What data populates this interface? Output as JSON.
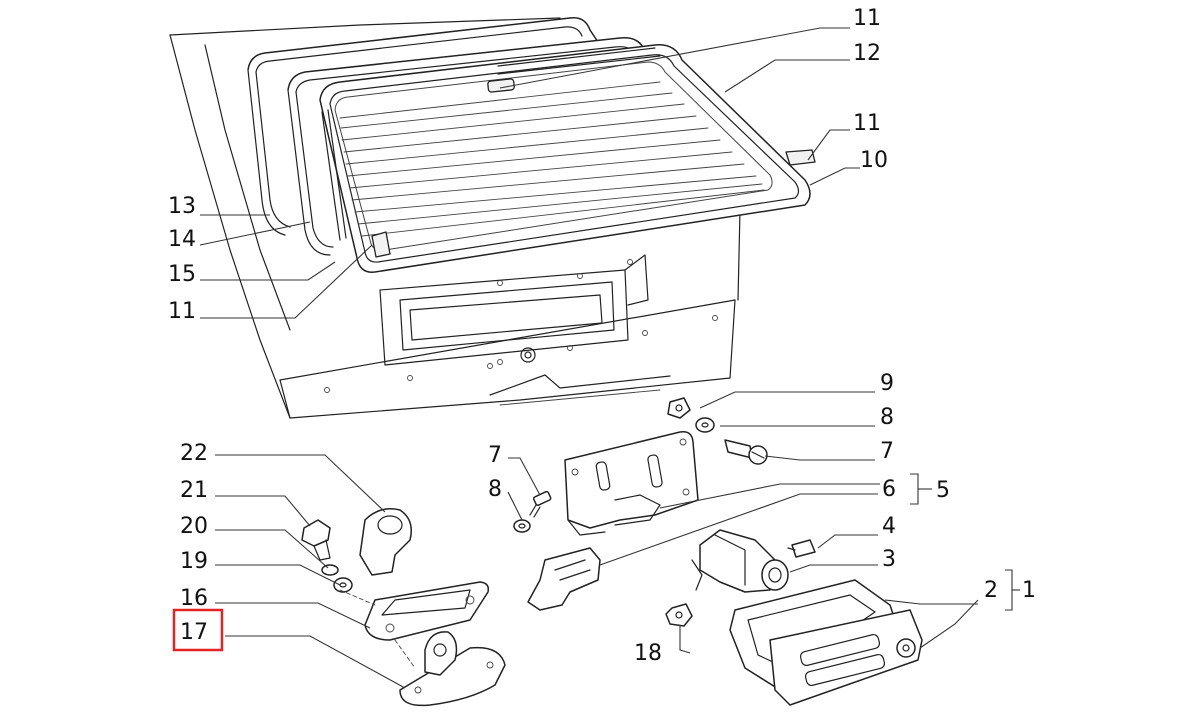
{
  "callouts": {
    "c11a": "11",
    "c12": "12",
    "c11b": "11",
    "c10": "10",
    "c13": "13",
    "c14": "14",
    "c15": "15",
    "c11c": "11",
    "c9": "9",
    "c8a": "8",
    "c7a": "7",
    "c7b": "7",
    "c8b": "8",
    "c5": "5",
    "c6": "6",
    "c4": "4",
    "c3": "3",
    "c22": "22",
    "c21": "21",
    "c20": "20",
    "c19": "19",
    "c16": "16",
    "c17": "17",
    "c18": "18",
    "c2": "2",
    "c1": "1"
  },
  "highlight": {
    "label": "17",
    "color": "#e32222"
  }
}
